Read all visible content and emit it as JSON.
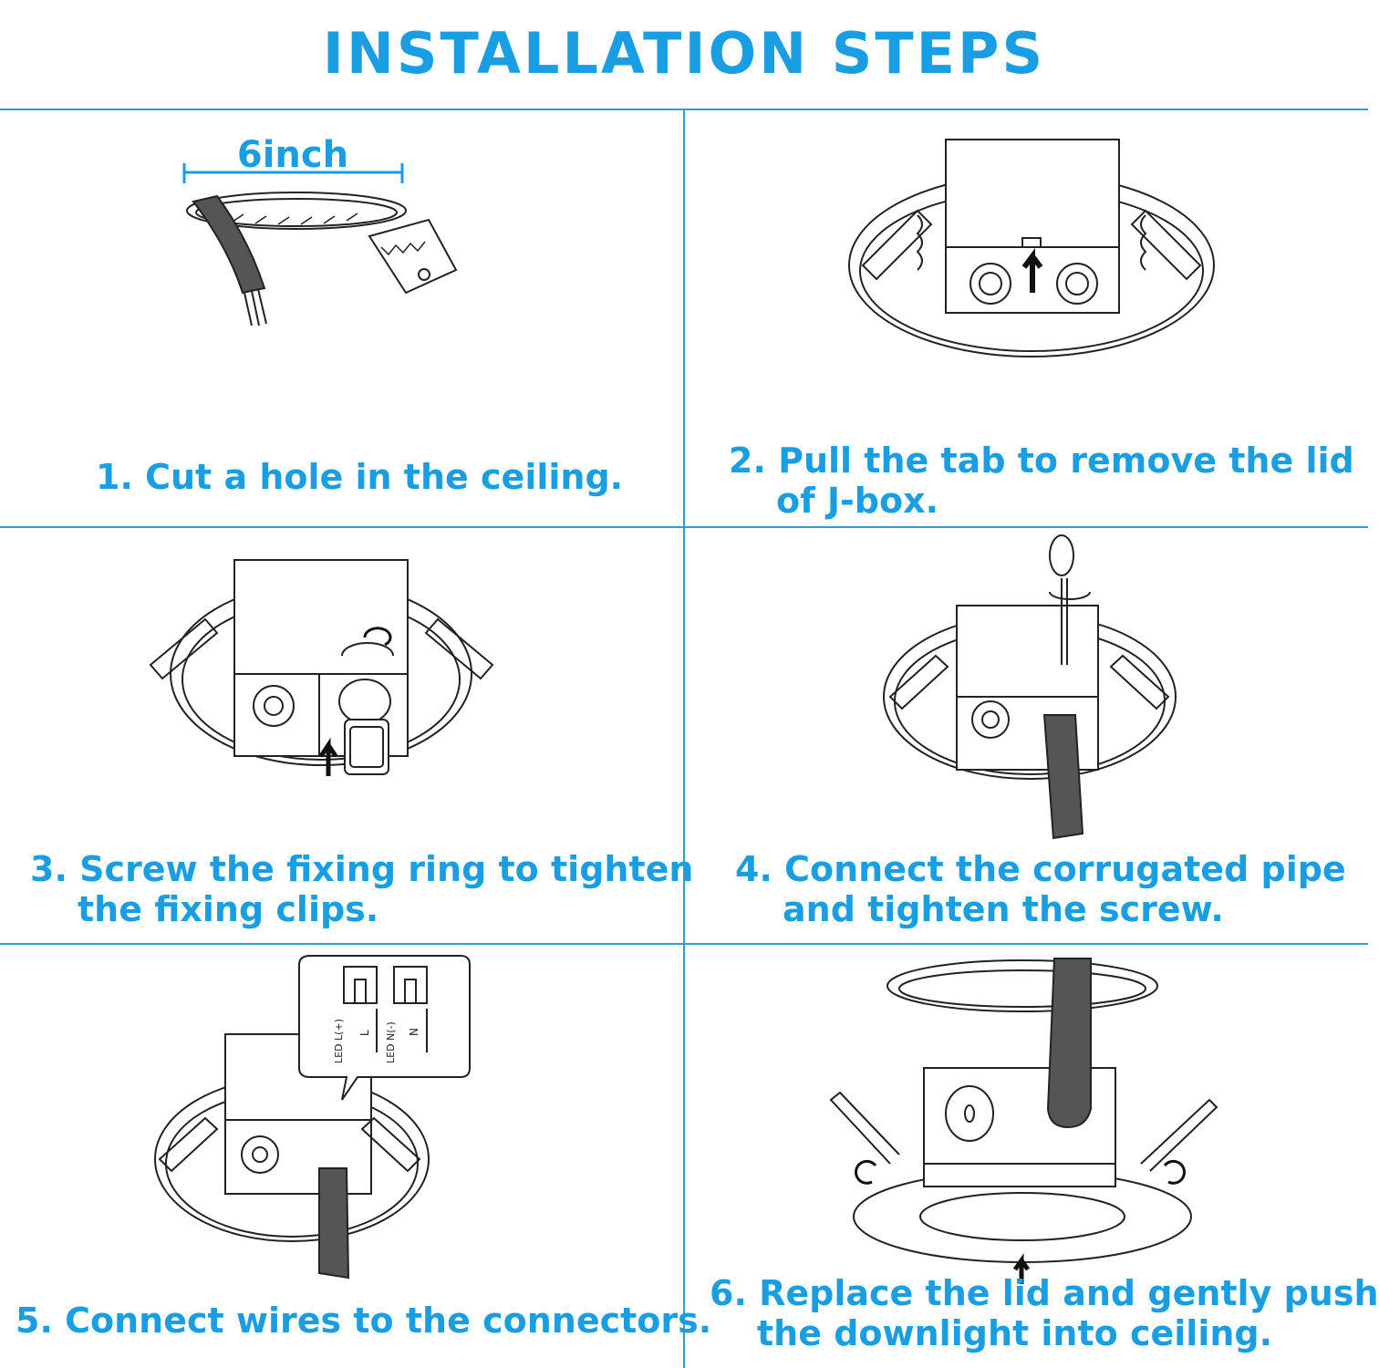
{
  "title": "INSTALLATION STEPS",
  "colors": {
    "accent": "#1a9ee3",
    "line": "#2a9fd8",
    "ink": "#222222"
  },
  "steps": [
    {
      "line1": "1. Cut a hole in the ceiling.",
      "line2": "",
      "dimension": "6inch"
    },
    {
      "line1": "2. Pull the tab to remove the lid",
      "line2": "of J-box."
    },
    {
      "line1": "3. Screw the fixing ring to tighten",
      "line2": "the fixing clips."
    },
    {
      "line1": "4. Connect the corrugated pipe",
      "line2": "and tighten the screw."
    },
    {
      "line1": "5. Connect wires to the connectors.",
      "line2": "",
      "connectors": {
        "left_text": "LED L(+)",
        "left_letter": "L",
        "right_text": "LED N(-)",
        "right_letter": "N"
      }
    },
    {
      "line1": "6. Replace the lid and gently push",
      "line2": "the downlight into ceiling."
    }
  ]
}
